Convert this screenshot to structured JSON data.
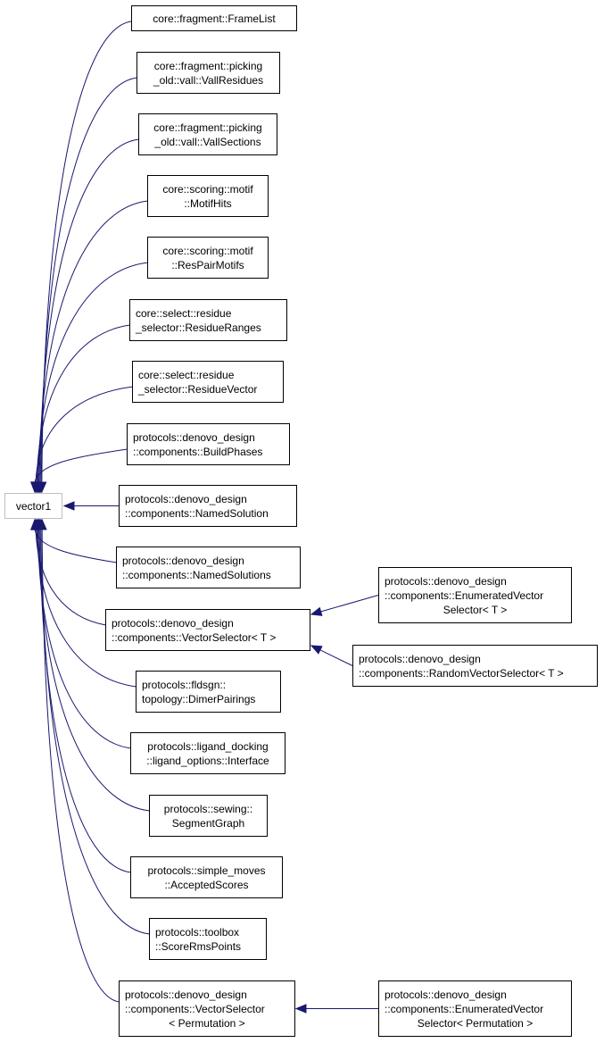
{
  "diagram": {
    "type": "inheritance-graph",
    "edge_color": "#191970",
    "root_border_color": "#bfbfbf",
    "root": {
      "id": "vector1",
      "lines": [
        "vector1"
      ]
    },
    "nodes": [
      {
        "id": "framelist",
        "lines": [
          "core::fragment::FrameList"
        ],
        "parent": "vector1"
      },
      {
        "id": "vallresidues",
        "lines": [
          "core::fragment::picking",
          "_old::vall::VallResidues"
        ],
        "parent": "vector1"
      },
      {
        "id": "vallsections",
        "lines": [
          "core::fragment::picking",
          "_old::vall::VallSections"
        ],
        "parent": "vector1"
      },
      {
        "id": "motifhits",
        "lines": [
          "core::scoring::motif",
          "::MotifHits"
        ],
        "parent": "vector1"
      },
      {
        "id": "respairmotifs",
        "lines": [
          "core::scoring::motif",
          "::ResPairMotifs"
        ],
        "parent": "vector1"
      },
      {
        "id": "residueranges",
        "lines": [
          "core::select::residue",
          "_selector::ResidueRanges"
        ],
        "parent": "vector1"
      },
      {
        "id": "residuevector",
        "lines": [
          "core::select::residue",
          "_selector::ResidueVector"
        ],
        "parent": "vector1"
      },
      {
        "id": "buildphases",
        "lines": [
          "protocols::denovo_design",
          "::components::BuildPhases"
        ],
        "parent": "vector1"
      },
      {
        "id": "namedsolution",
        "lines": [
          "protocols::denovo_design",
          "::components::NamedSolution"
        ],
        "parent": "vector1"
      },
      {
        "id": "namedsolutions",
        "lines": [
          "protocols::denovo_design",
          "::components::NamedSolutions"
        ],
        "parent": "vector1"
      },
      {
        "id": "vectorselector-t",
        "lines": [
          "protocols::denovo_design",
          "::components::VectorSelector< T >"
        ],
        "parent": "vector1"
      },
      {
        "id": "enumvectorselector-t",
        "lines": [
          "protocols::denovo_design",
          "::components::EnumeratedVector",
          "Selector< T >"
        ],
        "parent": "vectorselector-t"
      },
      {
        "id": "randomvectorselector-t",
        "lines": [
          "protocols::denovo_design",
          "::components::RandomVectorSelector< T >"
        ],
        "parent": "vectorselector-t"
      },
      {
        "id": "dimerpairings",
        "lines": [
          "protocols::fldsgn::",
          "topology::DimerPairings"
        ],
        "parent": "vector1"
      },
      {
        "id": "interface",
        "lines": [
          "protocols::ligand_docking",
          "::ligand_options::Interface"
        ],
        "parent": "vector1"
      },
      {
        "id": "segmentgraph",
        "lines": [
          "protocols::sewing::",
          "SegmentGraph"
        ],
        "parent": "vector1"
      },
      {
        "id": "acceptedscores",
        "lines": [
          "protocols::simple_moves",
          "::AcceptedScores"
        ],
        "parent": "vector1"
      },
      {
        "id": "scorermspoints",
        "lines": [
          "protocols::toolbox",
          "::ScoreRmsPoints"
        ],
        "parent": "vector1"
      },
      {
        "id": "vectorselector-perm",
        "lines": [
          "protocols::denovo_design",
          "::components::VectorSelector",
          "< Permutation >"
        ],
        "parent": "vector1"
      },
      {
        "id": "enumvectorselector-perm",
        "lines": [
          "protocols::denovo_design",
          "::components::EnumeratedVector",
          "Selector< Permutation >"
        ],
        "parent": "vectorselector-perm"
      }
    ]
  }
}
